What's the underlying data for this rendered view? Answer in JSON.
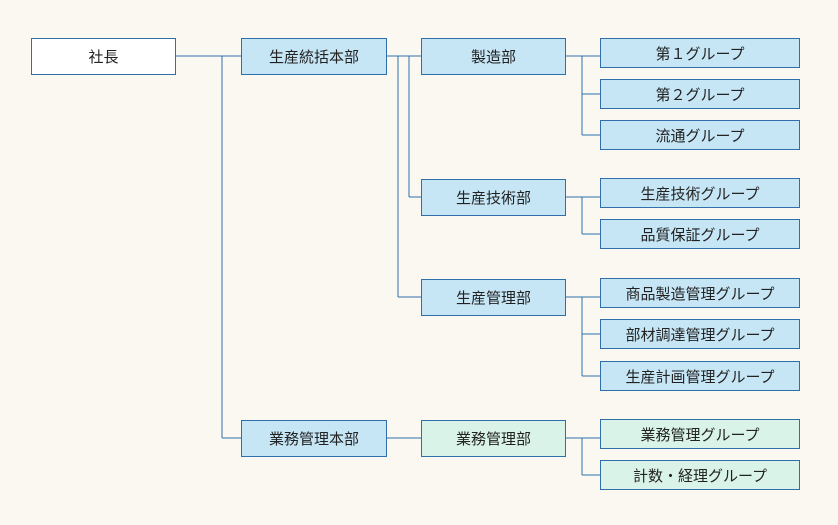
{
  "chart": {
    "president": "社長",
    "divisions": {
      "production": {
        "label": "生産統括本部",
        "departments": {
          "manufacturing": {
            "label": "製造部",
            "groups": [
              "第１グループ",
              "第２グループ",
              "流通グループ"
            ]
          },
          "tech": {
            "label": "生産技術部",
            "groups": [
              "生産技術グループ",
              "品質保証グループ"
            ]
          },
          "mgmt": {
            "label": "生産管理部",
            "groups": [
              "商品製造管理グループ",
              "部材調達管理グループ",
              "生産計画管理グループ"
            ]
          }
        }
      },
      "business": {
        "label": "業務管理本部",
        "departments": {
          "mgmt": {
            "label": "業務管理部",
            "groups": [
              "業務管理グループ",
              "計数・経理グループ"
            ]
          }
        }
      }
    }
  },
  "colors": {
    "line": "#2f6faa",
    "background": "#fbf8f1",
    "blue_fill": "#c6e6f6",
    "green_fill": "#daf3e8"
  }
}
